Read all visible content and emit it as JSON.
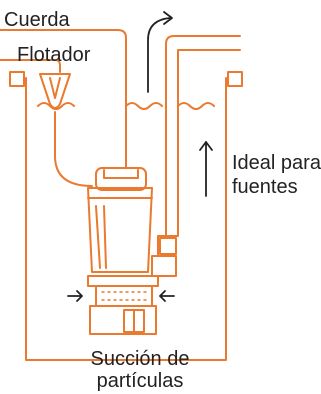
{
  "labels": {
    "cord": "Cuerda",
    "float": "Flotador",
    "ideal_line1": "Ideal para",
    "ideal_line2": "fuentes",
    "suction_line1": "Succión de",
    "suction_line2": "partículas"
  },
  "colors": {
    "accent": "#E97A2F",
    "arrows": "#222222",
    "background": "#FFFFFF"
  },
  "icons": {
    "flow_up_arrow": "arrow-up",
    "suction_arrows": "arrow-in",
    "float_switch": "float-icon",
    "water_waves": "wave-icon"
  }
}
